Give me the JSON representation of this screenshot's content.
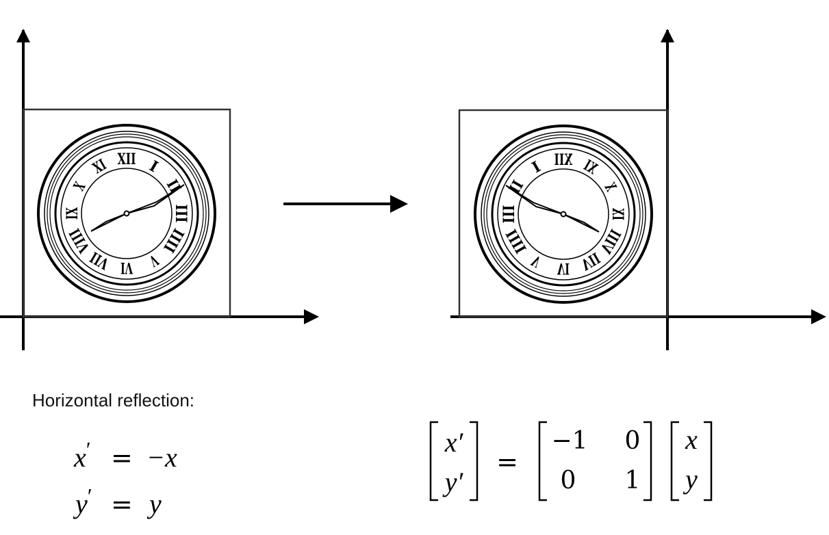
{
  "heading": "Horizontal reflection:",
  "equations": {
    "line1": {
      "lhs_var": "x",
      "prime": "′",
      "eq": "=",
      "rhs": "−x"
    },
    "line2": {
      "lhs_var": "y",
      "prime": "′",
      "eq": "=",
      "rhs": "y"
    }
  },
  "matrix_equation": {
    "lhs": [
      "x′",
      "y′"
    ],
    "eq": "=",
    "matrix": [
      [
        "−1",
        "0"
      ],
      [
        "0",
        "1"
      ]
    ],
    "rhs": [
      "x",
      "y"
    ]
  },
  "clock": {
    "numerals": [
      "XII",
      "I",
      "II",
      "III",
      "IIII",
      "V",
      "VI",
      "VII",
      "VIII",
      "IX",
      "X",
      "XI"
    ]
  },
  "colors": {
    "ink": "#000000",
    "frame": "#333333"
  }
}
